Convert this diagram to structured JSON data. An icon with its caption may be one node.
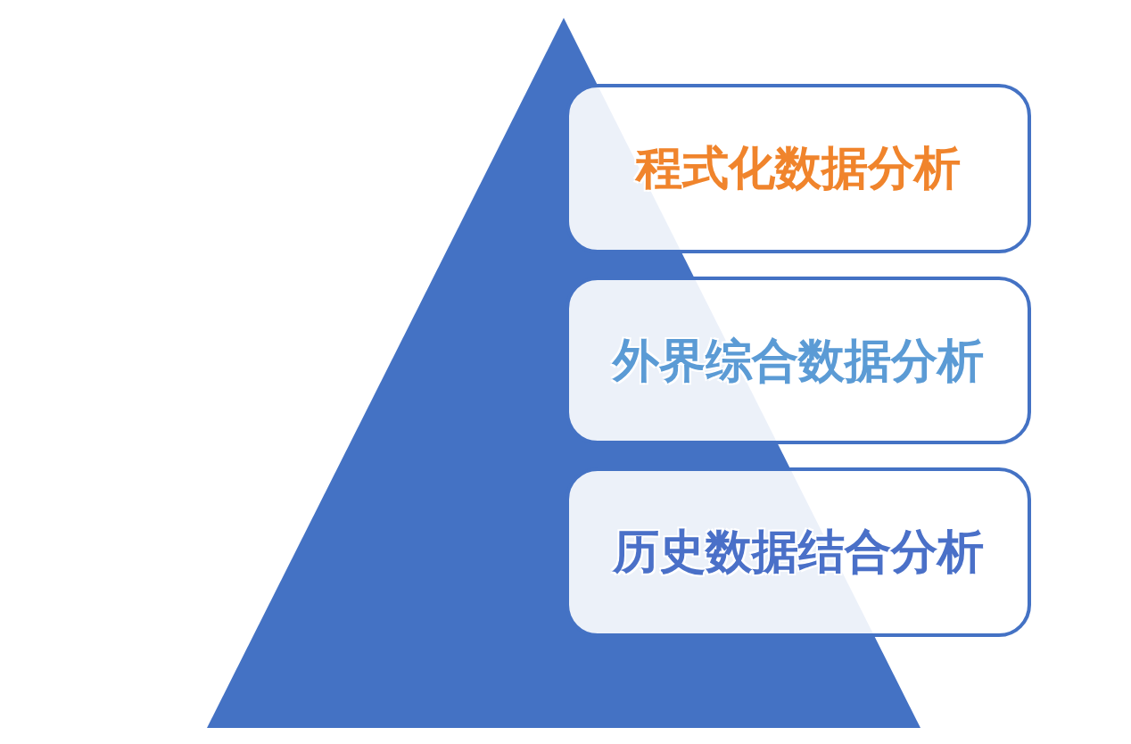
{
  "diagram": {
    "nodes": [
      {
        "text": [
          "程式化数据分析"
        ]
      },
      {
        "text": [
          "外界综合数据分析"
        ]
      },
      {
        "text": [
          "历史数据结合分析"
        ]
      }
    ]
  }
}
